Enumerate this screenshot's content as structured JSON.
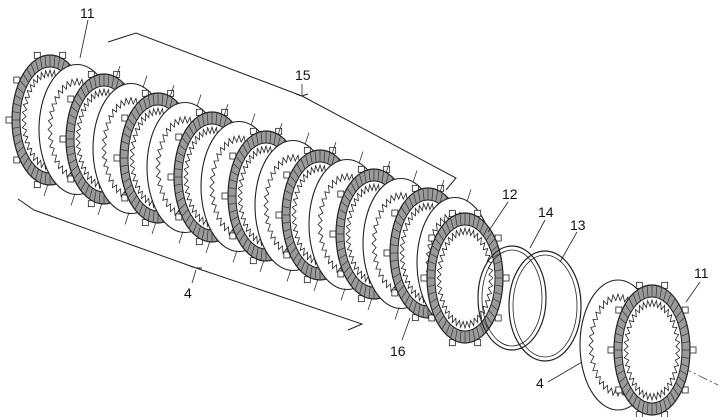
{
  "callouts": {
    "friction_left": "11",
    "plates_group_top": "15",
    "plates_group_bottom": "4",
    "hub_plate": "12",
    "ring_a": "14",
    "ring_b": "13",
    "plate_16": "16",
    "plate_4_right": "4",
    "friction_right": "11"
  },
  "colors": {
    "line": "#222222",
    "friction_fill": "#9a9a9a",
    "plate_fill": "#ffffff",
    "background": "#ffffff"
  },
  "icons": {
    "plate_stack": "clutch-plate-stack-illustration"
  }
}
